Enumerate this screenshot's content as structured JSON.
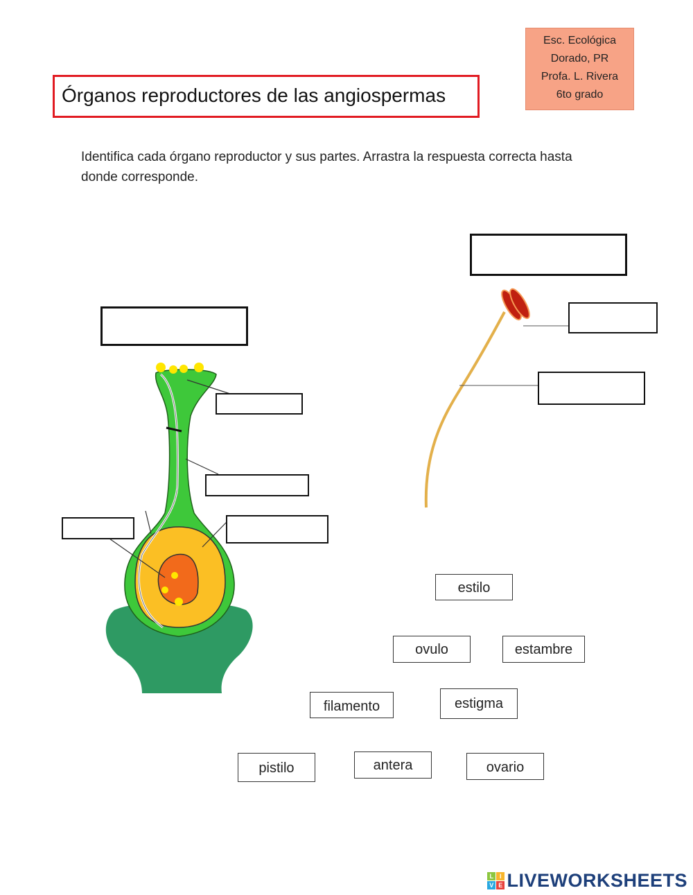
{
  "title": "Órganos reproductores de las angiospermas",
  "school_note": [
    "Esc. Ecológica",
    "Dorado, PR",
    "Profa. L. Rivera",
    "6to grado"
  ],
  "instructions": "Identifica cada órgano reproductor y sus partes. Arrastra la respuesta correcta hasta donde corresponde.",
  "word_bank": [
    "estilo",
    "ovulo",
    "estambre",
    "filamento",
    "estigma",
    "pistilo",
    "antera",
    "ovario"
  ],
  "logo": {
    "text": "LIVEWORKSHEETS",
    "letters": [
      "L",
      "I",
      "V",
      "E"
    ]
  },
  "colors": {
    "title_border": "#e11b22",
    "note_bg": "#f7a386",
    "pistil_green": "#3ec83a",
    "receptacle_green": "#2e9a63",
    "ovary_yellow": "#fbbf24",
    "ovule_orange": "#f26a1b",
    "filament": "#e3b04b",
    "anther": "#c0200f",
    "logo_blue": "#1d3f7a"
  }
}
